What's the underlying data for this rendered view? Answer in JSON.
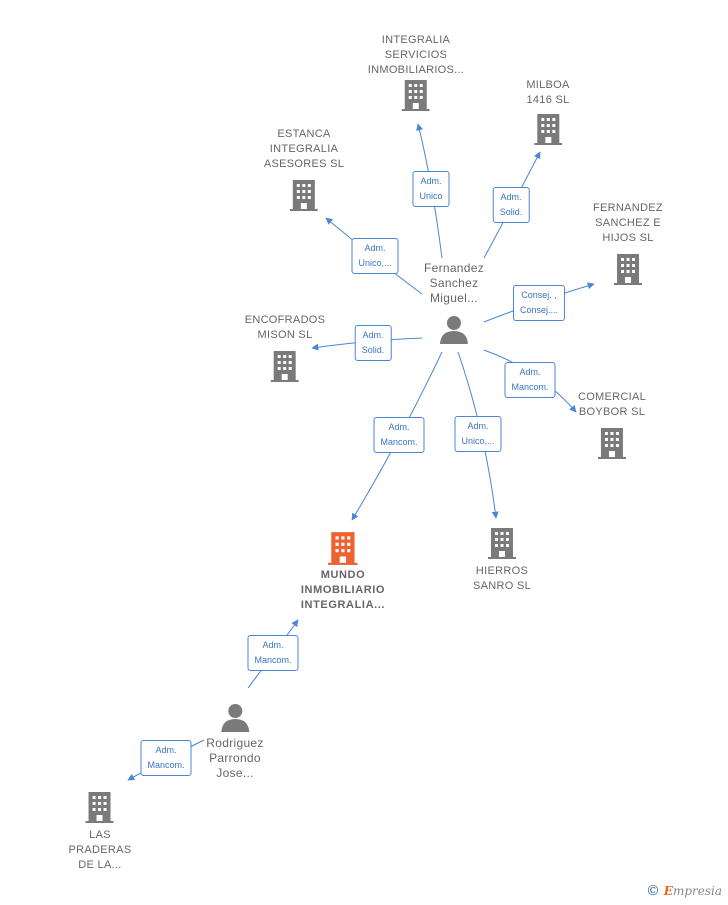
{
  "colors": {
    "building": "#7a7a7a",
    "building_main": "#ee6231",
    "person": "#7a7a7a",
    "edge": "#4a86d4",
    "label_text": "#3a75c4"
  },
  "nodes": {
    "integralia_servicios": "INTEGRALIA\nSERVICIOS\nINMOBILIARIOS...",
    "milboa": "MILBOA\n1416  SL",
    "estanca": "ESTANCA\nINTEGRALIA\nASESORES  SL",
    "fernandez_hijos": "FERNANDEZ\nSANCHEZ E\nHIJOS SL",
    "fernandez_person": "Fernandez\nSanchez\nMiguel...",
    "encofrados": "ENCOFRADOS\nMISON  SL",
    "comercial": "COMERCIAL\nBOYBOR SL",
    "mundo": "MUNDO\nINMOBILIARIO\nINTEGRALIA...",
    "hierros": "HIERROS\nSANRO  SL",
    "rodriguez_person": "Rodriguez\nParrondo\nJose...",
    "las_praderas": "LAS\nPRADERAS\nDE LA..."
  },
  "edge_labels": {
    "e_integralia": "Adm.\nUnico",
    "e_milboa": "Adm.\nSolid.",
    "e_estanca": "Adm.\nUnico,...",
    "e_fernandez_hijos": "Consej. ,\nConsej....",
    "e_encofrados": "Adm.\nSolid.",
    "e_comercial": "Adm.\nMancom.",
    "e_mundo": "Adm.\nMancom.",
    "e_hierros": "Adm.\nUnico,...",
    "e_rodriguez_mundo": "Adm.\nMancom.",
    "e_rodriguez_praderas": "Adm.\nMancom."
  },
  "brand": {
    "symbol": "©",
    "first": "E",
    "rest": "mpresia"
  }
}
